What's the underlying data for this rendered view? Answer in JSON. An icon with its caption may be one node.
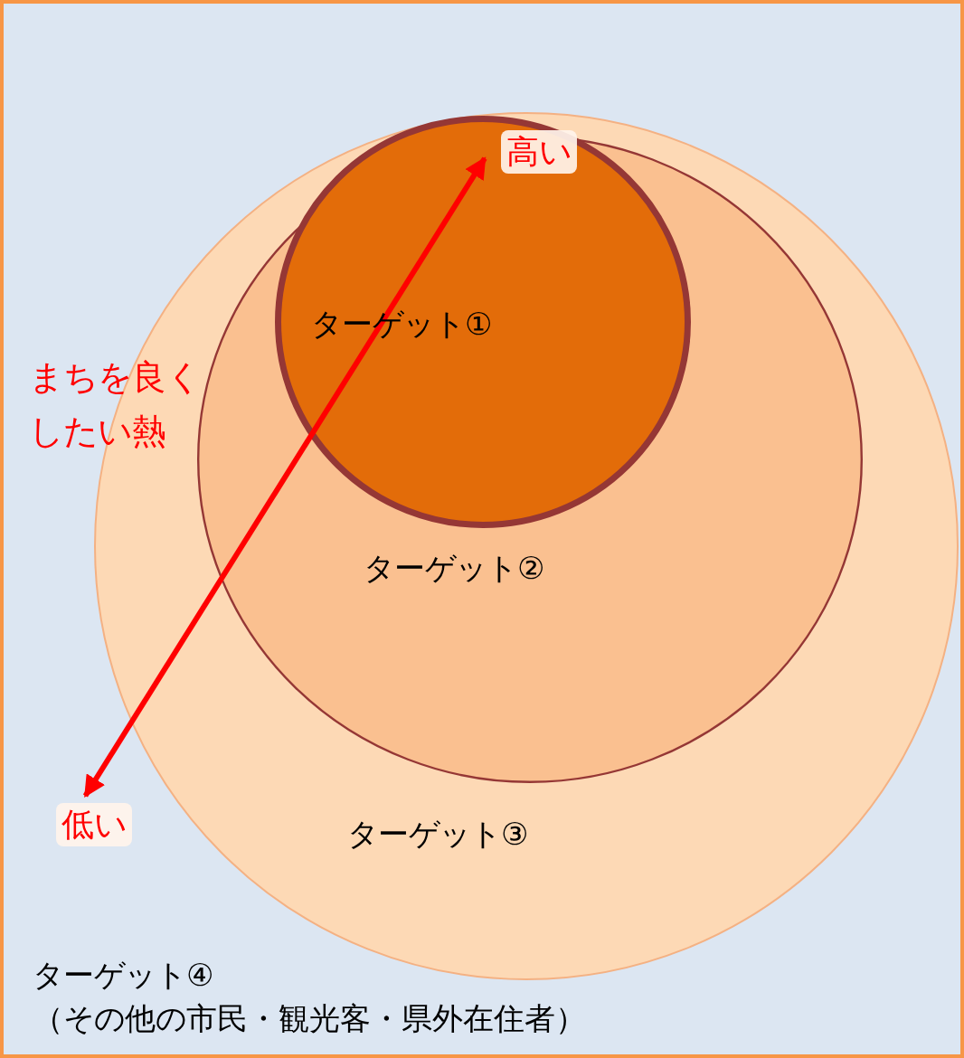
{
  "diagram": {
    "nodes": [
      {
        "text": [
          "ターゲット④",
          "（その他の市民・観光客・県外在住者）"
        ]
      },
      {
        "text": [
          "ターゲット③"
        ],
        "in": 0
      },
      {
        "text": [
          "ターゲット②"
        ],
        "in": 1
      },
      {
        "text": [
          "ターゲット①"
        ],
        "in": 2
      },
      {
        "text": [
          "高い"
        ],
        "in": 3
      },
      {
        "text": [
          "低い"
        ],
        "in": 0
      }
    ],
    "edges": [
      {
        "from": 5,
        "to": 4,
        "arrow": "both",
        "color": "#ff0000"
      }
    ],
    "labels": [
      "まちを良くしたい熱"
    ]
  }
}
